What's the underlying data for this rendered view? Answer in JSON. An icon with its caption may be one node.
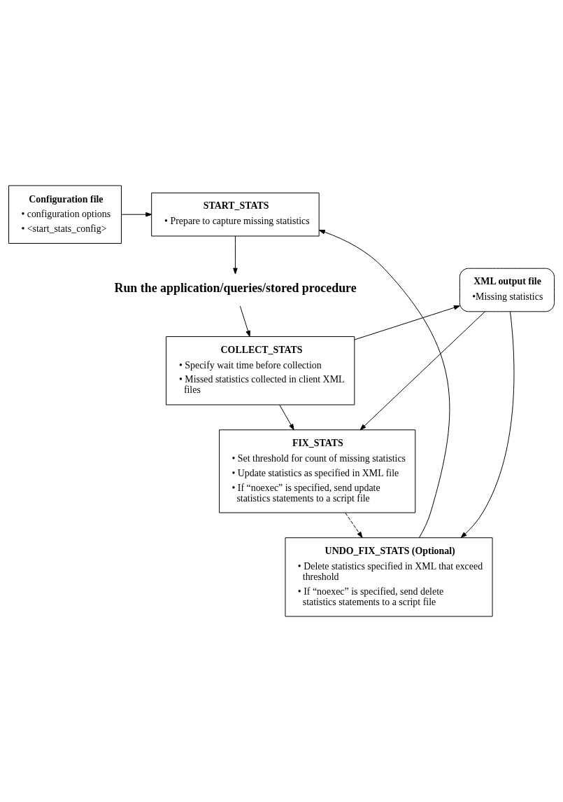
{
  "diagram": {
    "nodes": [
      {
        "text": [
          "START_STATS",
          "• Prepare to capture missing statistics"
        ]
      },
      {
        "text": [
          "Configuration file",
          "• configuration options",
          "• <start_stats_config>"
        ]
      },
      {
        "text": [
          "Run the application/queries/stored procedure"
        ]
      },
      {
        "text": [
          "XML output file",
          "•Missing statistics"
        ]
      },
      {
        "text": [
          "COLLECT_STATS",
          "• Specify wait time before collection",
          "• Missed statistics collected in client XML files"
        ]
      },
      {
        "text": [
          "FIX_STATS",
          "• Set threshold for count of missing statistics",
          "• Update statistics as specified in XML file",
          "• If “noexec” is specified, send update statistics statements to a script file"
        ]
      },
      {
        "text": [
          "UNDO_FIX_STATS (Optional)",
          "• Delete statistics specified in XML that exceed threshold",
          "• If “noexec” is specified, send delete statistics statements to a script file"
        ]
      }
    ],
    "edges": [
      {
        "from": 1,
        "to": 0,
        "arrow": "to"
      },
      {
        "from": 0,
        "to": 2,
        "arrow": "to"
      },
      {
        "from": 2,
        "to": 4,
        "arrow": "to"
      },
      {
        "from": 4,
        "to": 3,
        "arrow": "to"
      },
      {
        "from": 4,
        "to": 5,
        "arrow": "to"
      },
      {
        "from": 3,
        "to": 5,
        "arrow": "to"
      },
      {
        "from": 5,
        "to": 6,
        "arrow": "to",
        "style": "dashed"
      },
      {
        "from": 3,
        "to": 6,
        "arrow": "to"
      },
      {
        "from": 6,
        "to": 0,
        "arrow": "to"
      }
    ]
  }
}
